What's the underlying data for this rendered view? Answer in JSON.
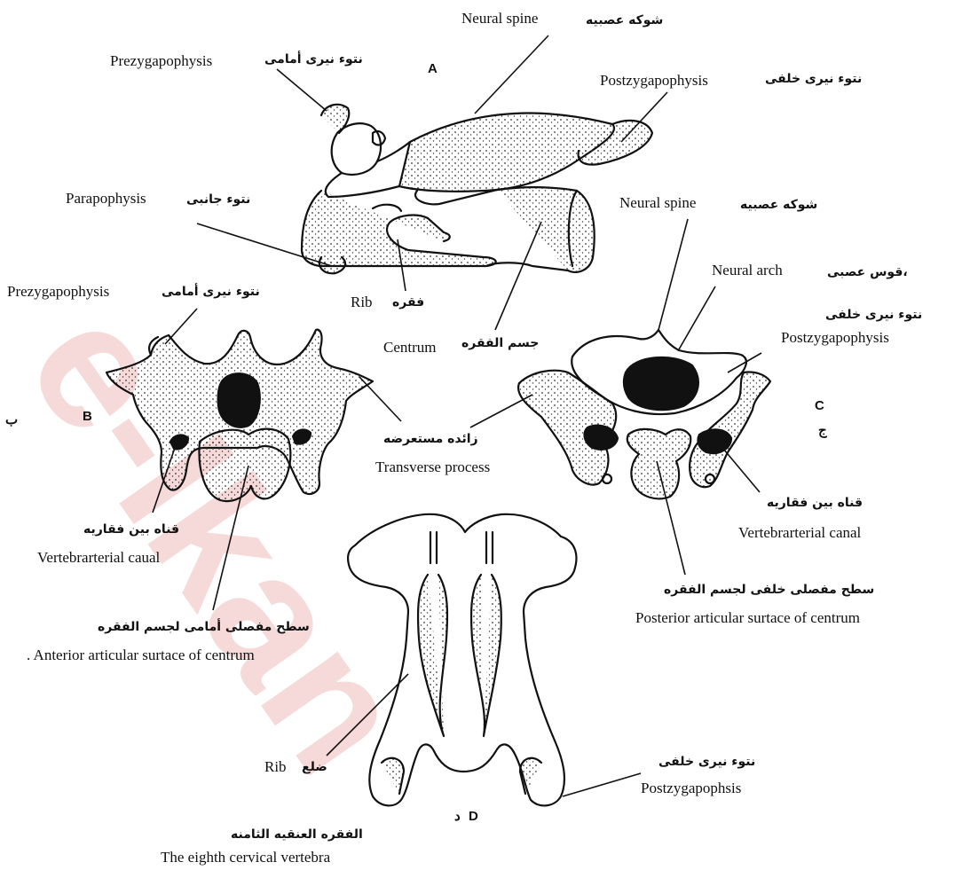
{
  "watermark": "e-Ikan",
  "panel_letters": {
    "a": "A",
    "b": "B",
    "b_ar": "ب",
    "c": "C",
    "c_ar": "ج",
    "d": "D",
    "d_ar": "د"
  },
  "labels": {
    "neural_spine_a": {
      "en": "Neural spine",
      "ar": "شوكه عصبيه"
    },
    "prezyg_a": {
      "en": "Prezygapophysis",
      "ar": "نتوء نيرى أمامى"
    },
    "postzyg_a": {
      "en": "Postzygapophysis",
      "ar": "نتوء نيرى خلفى"
    },
    "parapophysis": {
      "en": "Parapophysis",
      "ar": "نتوء جانبى"
    },
    "rib_a": {
      "en": "Rib",
      "ar": "فقره"
    },
    "centrum": {
      "en": "Centrum",
      "ar": "جسم الفقره"
    },
    "neural_spine_c": {
      "en": "Neural spine",
      "ar": "شوكه عصبيه"
    },
    "neural_arch": {
      "en": "Neural arch",
      "ar": "قوس عصبى،"
    },
    "prezyg_b": {
      "en": "Prezygapophysis",
      "ar": "نتوء نيرى أمامى"
    },
    "postzyg_c": {
      "en": "Postzygapophysis",
      "ar": "نتوء نيرى خلفى"
    },
    "transverse": {
      "en": "Transverse process",
      "ar": "زائده مستعرضه"
    },
    "vert_canal_b": {
      "en": "Vertebrarterial caual",
      "ar": "قناه بين فقاريه"
    },
    "vert_canal_c": {
      "en": "Vertebrarterial canal",
      "ar": "قناه بين فقاريه"
    },
    "post_artic": {
      "en": "Posterior articular surtace of centrum",
      "ar": "سطح مفصلى خلفى لجسم الفقره"
    },
    "ant_artic": {
      "en": ". Anterior articular surtace of centrum",
      "ar": "سطح مفصلى أمامى لجسم الفقره"
    },
    "rib_d": {
      "en": "Rib",
      "ar": "ضلع"
    },
    "postzyg_d": {
      "en": "Postzygapophsis",
      "ar": "نتوء نيرى خلفى"
    },
    "eighth": {
      "en": "The eighth cervical vertebra",
      "ar": "الفقره العنقيه الثامنه"
    }
  }
}
